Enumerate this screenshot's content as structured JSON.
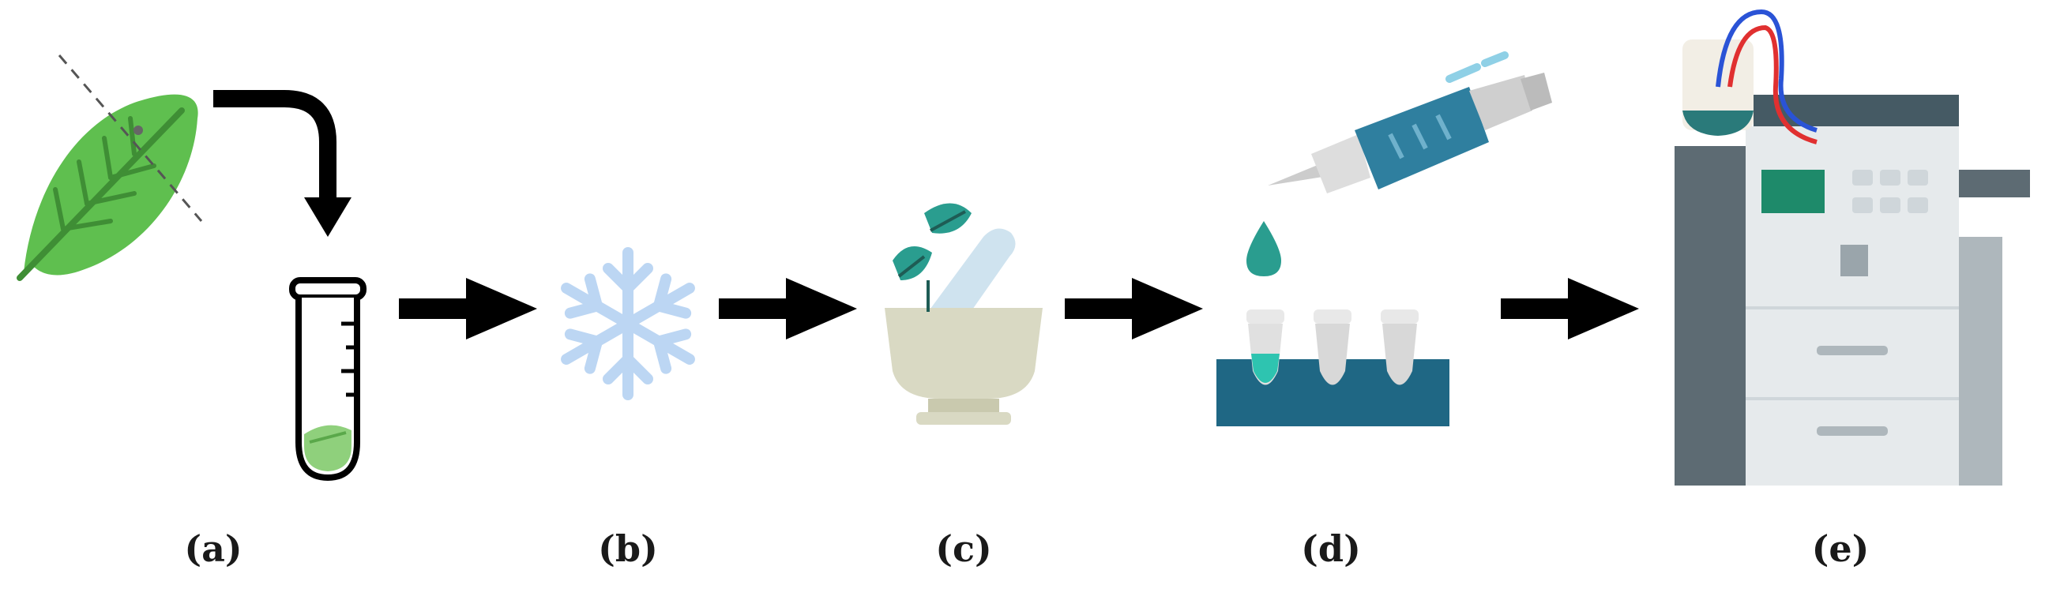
{
  "labels": {
    "a": "(a)",
    "b": "(b)",
    "c": "(c)",
    "d": "(d)",
    "e": "(e)"
  },
  "colors": {
    "leaf": "#5fbf4f",
    "leaf_dark": "#3f8e35",
    "arrow": "#000000",
    "snow": "#bcd6f3",
    "mortar": "#d9d9c3",
    "pestle": "#cfe3ef",
    "teal": "#2a9d8f",
    "pipette": "#2f7f9f",
    "rack": "#1f6784",
    "machine_gray": "#5d6b73",
    "machine_light": "#e6eaec",
    "screen_green": "#1e8a6a"
  },
  "icons": [
    "leaf-icon",
    "test-tube-icon",
    "snowflake-icon",
    "mortar-pestle-icon",
    "pipette-icon",
    "tube-rack-icon",
    "analyzer-machine-icon"
  ]
}
